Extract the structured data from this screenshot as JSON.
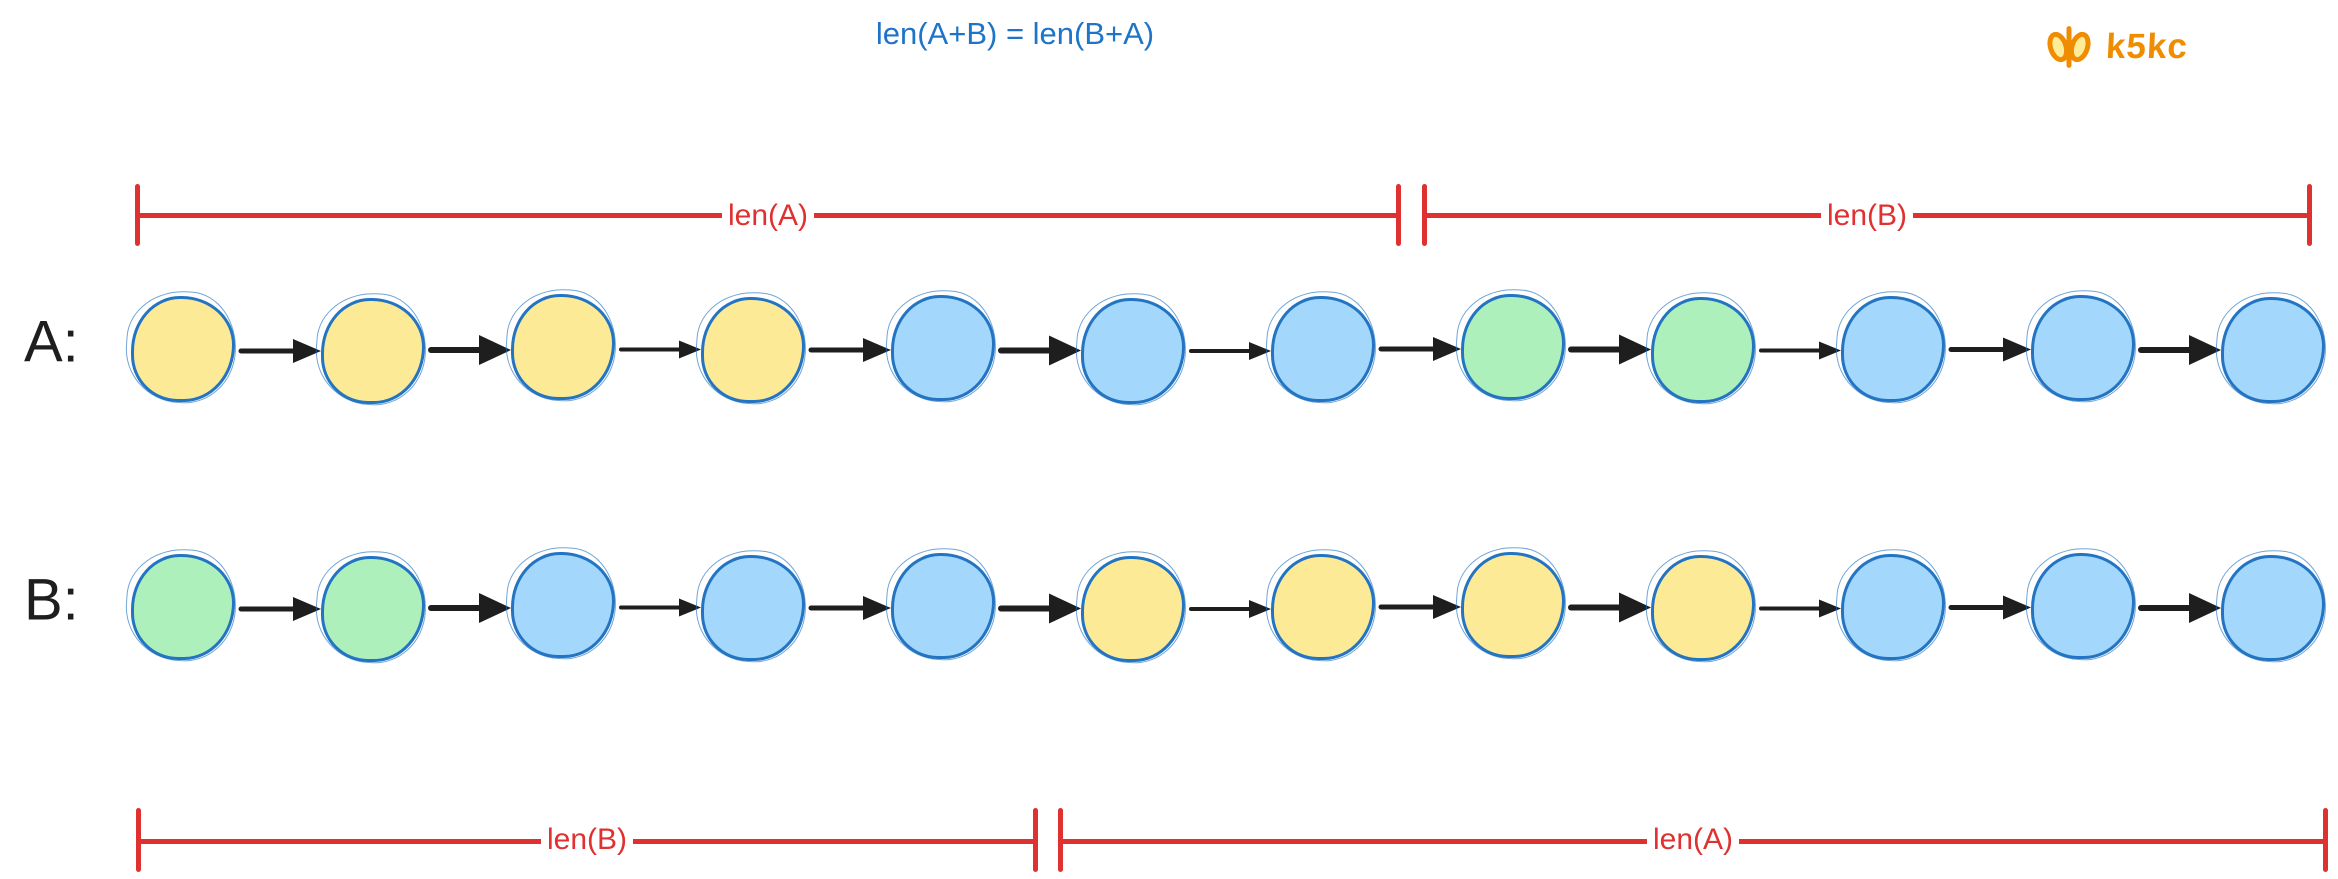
{
  "title": "len(A+B) = len(B+A)",
  "logo": {
    "text": "k5kc"
  },
  "brackets": {
    "top_left": "len(A)",
    "top_right": "len(B)",
    "bottom_left": "len(B)",
    "bottom_right": "len(A)"
  },
  "lists": [
    {
      "key": "a",
      "label": "A:",
      "nodes": [
        "yellow",
        "yellow",
        "yellow",
        "yellow",
        "blue",
        "blue",
        "blue",
        "green",
        "green",
        "blue",
        "blue",
        "blue"
      ]
    },
    {
      "key": "b",
      "label": "B:",
      "nodes": [
        "green",
        "green",
        "blue",
        "blue",
        "blue",
        "yellow",
        "yellow",
        "yellow",
        "yellow",
        "blue",
        "blue",
        "blue"
      ]
    }
  ],
  "colors": {
    "title": "#1d74c8",
    "bracket": "#e03131",
    "node_stroke": "#2374c2",
    "arrow": "#1e1e1e",
    "logo": "#f08c00",
    "fills": {
      "yellow": "#fdea96",
      "blue": "#a3d7fb",
      "green": "#aef0bb"
    }
  }
}
